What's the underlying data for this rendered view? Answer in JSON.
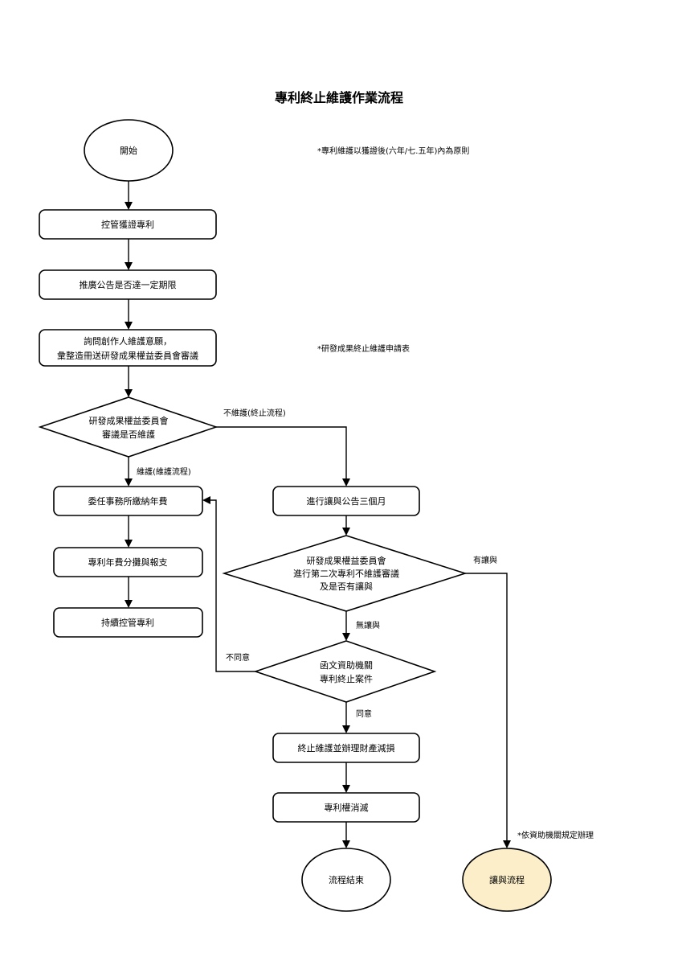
{
  "title": "專利終止維護作業流程",
  "notes": {
    "top_right": "*專利維護以獲證後(六年/七.五年)內為原則",
    "middle_right": "*研發成果終止維護申請表",
    "bottom_right": "*依資助機關規定辦理"
  },
  "nodes": {
    "start": "開始",
    "control_patent": "控管獲證專利",
    "promotion_period": "推廣公告是否達一定期限",
    "inquiry_line1": "詢問創作人維護意願，",
    "inquiry_line2": "彙整造冊送研發成果權益委員會審議",
    "decision1_line1": "研發成果權益委員會",
    "decision1_line2": "審議是否維護",
    "entrust_fee": "委任事務所繳納年費",
    "allocation": "專利年費分攤與報支",
    "continue_control": "持續控管專利",
    "transfer_announce": "進行讓與公告三個月",
    "decision2_line1": "研發成果權益委員會",
    "decision2_line2": "進行第二次專利不維護審議",
    "decision2_line3": "及是否有讓與",
    "decision3_line1": "函文資助機關",
    "decision3_line2": "專利終止案件",
    "terminate": "終止維護並辦理財產減損",
    "extinguish": "專利權消滅",
    "end": "流程結束",
    "transfer_flow": "讓與流程"
  },
  "edge_labels": {
    "not_maintain": "不維護(終止流程)",
    "maintain": "維護(維護流程)",
    "has_transfer": "有讓與",
    "no_transfer": "無讓與",
    "disagree": "不同意",
    "agree": "同意"
  },
  "colors": {
    "transfer_flow_fill": "#fbeec8"
  }
}
